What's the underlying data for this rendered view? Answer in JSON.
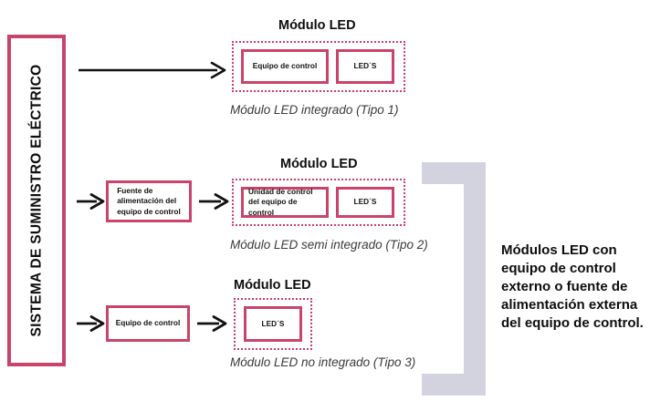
{
  "diagram": {
    "supply": {
      "label": "SISTEMA DE SUMINISTRO ELÉCTRICO"
    },
    "colors": {
      "pink": "#C9436B",
      "dotted_pink": "#D33A6B",
      "bracket_gray": "#D3D3DF",
      "text": "#0d0d0d",
      "caption": "#3a3a3a"
    },
    "rows": [
      {
        "id": "tipo-1",
        "module_title": "Módulo LED",
        "caption": "Módulo LED integrado (Tipo 1)",
        "external_box": null,
        "inner_boxes": [
          {
            "id": "equipo-de-control",
            "label": "Equipo de control"
          },
          {
            "id": "leds",
            "label": "LED´S"
          }
        ]
      },
      {
        "id": "tipo-2",
        "module_title": "Módulo LED",
        "caption": "Módulo LED semi integrado (Tipo 2)",
        "external_box": {
          "id": "fuente-de-alimentacion",
          "line1": "Fuente de",
          "line2": "alimentación del",
          "line3": "equipo de control"
        },
        "inner_boxes": [
          {
            "id": "unidad-de-control",
            "line1": "Unidad de control",
            "line2": "del equipo de control"
          },
          {
            "id": "leds",
            "label": "LED´S"
          }
        ]
      },
      {
        "id": "tipo-3",
        "module_title": "Módulo LED",
        "caption": "Módulo LED no integrado (Tipo 3)",
        "external_box": {
          "id": "equipo-de-control-externo",
          "line1": "Equipo de control",
          "line2": "",
          "line3": ""
        },
        "inner_boxes": [
          {
            "id": "leds",
            "label": "LED´S"
          }
        ]
      }
    ],
    "description": {
      "line1": "Módulos LED con",
      "line2": "equipo de control",
      "line3": "externo o fuente de",
      "line4": "alimentación externa",
      "line5": "del equipo de control."
    }
  }
}
